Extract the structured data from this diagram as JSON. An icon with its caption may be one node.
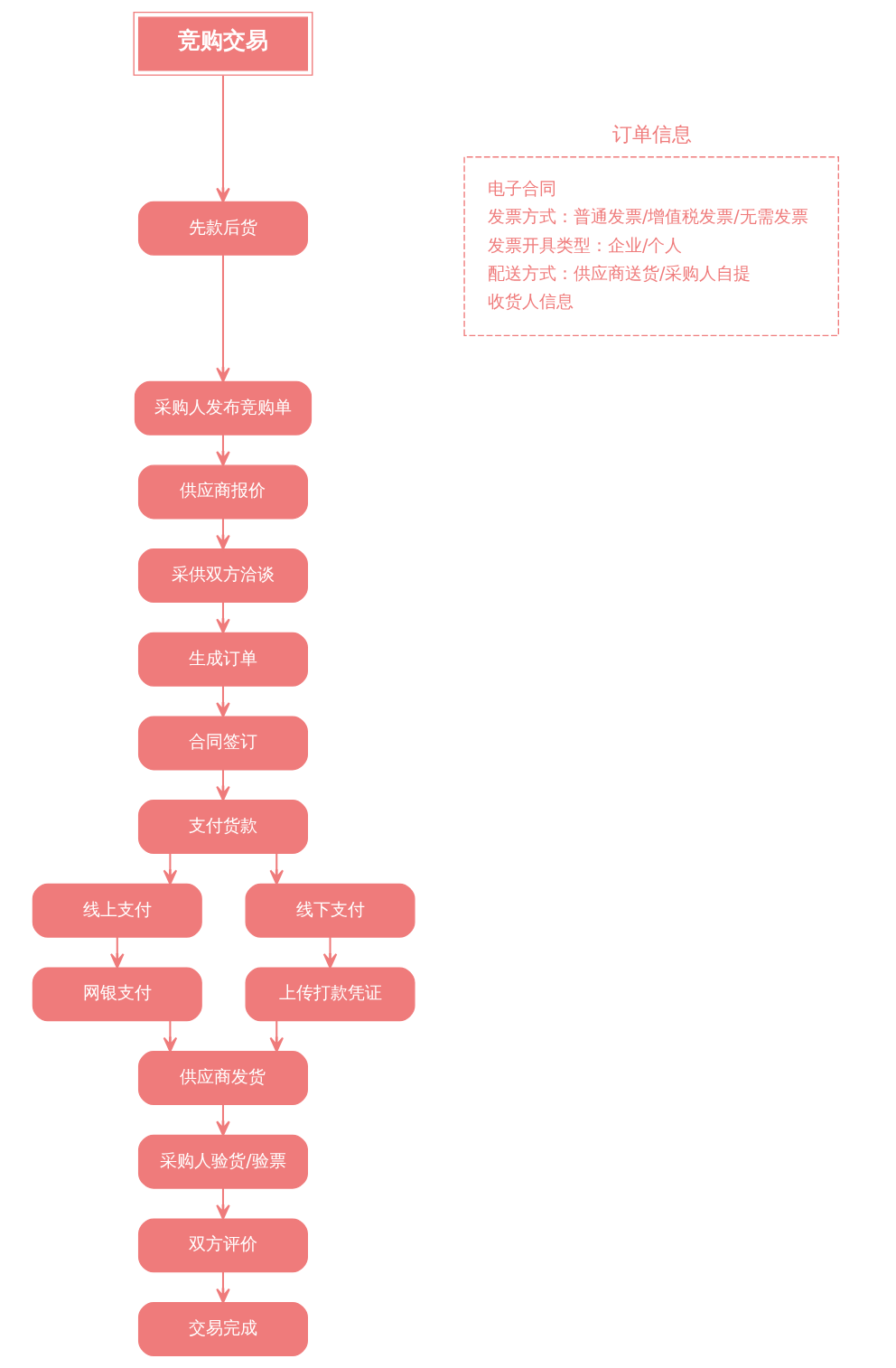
{
  "diagram": {
    "nodes": [
      {
        "text": [
          "竞购交易"
        ]
      },
      {
        "text": [
          "先款后货"
        ]
      },
      {
        "text": [
          "采购人发布竞购单"
        ]
      },
      {
        "text": [
          "供应商报价"
        ]
      },
      {
        "text": [
          "采供双方洽谈"
        ]
      },
      {
        "text": [
          "生成订单"
        ]
      },
      {
        "text": [
          "合同签订"
        ]
      },
      {
        "text": [
          "支付货款"
        ]
      },
      {
        "text": [
          "线上支付"
        ]
      },
      {
        "text": [
          "线下支付"
        ]
      },
      {
        "text": [
          "网银支付"
        ]
      },
      {
        "text": [
          "上传打款凭证"
        ]
      },
      {
        "text": [
          "供应商发货"
        ]
      },
      {
        "text": [
          "采购人验货/验票"
        ]
      },
      {
        "text": [
          "双方评价"
        ]
      },
      {
        "text": [
          "交易完成"
        ]
      },
      {
        "text": [
          "订单信息",
          "电子合同",
          "发票方式：普通发票/增值税发票/无需发票",
          "发票开具类型：企业/个人",
          "配送方式：供应商送货/采购人自提",
          "收货人信息"
        ]
      }
    ],
    "edges": [
      {
        "from": 0,
        "to": 1,
        "arrow": "to"
      },
      {
        "from": 1,
        "to": 2,
        "arrow": "to"
      },
      {
        "from": 2,
        "to": 3,
        "arrow": "to"
      },
      {
        "from": 3,
        "to": 4,
        "arrow": "to"
      },
      {
        "from": 4,
        "to": 5,
        "arrow": "to"
      },
      {
        "from": 5,
        "to": 6,
        "arrow": "to"
      },
      {
        "from": 6,
        "to": 7,
        "arrow": "to"
      },
      {
        "from": 7,
        "to": 8,
        "arrow": "to"
      },
      {
        "from": 7,
        "to": 9,
        "arrow": "to"
      },
      {
        "from": 8,
        "to": 10,
        "arrow": "to"
      },
      {
        "from": 9,
        "to": 11,
        "arrow": "to"
      },
      {
        "from": 10,
        "to": 12,
        "arrow": "to"
      },
      {
        "from": 11,
        "to": 12,
        "arrow": "to"
      },
      {
        "from": 12,
        "to": 13,
        "arrow": "to"
      },
      {
        "from": 13,
        "to": 14,
        "arrow": "to"
      },
      {
        "from": 14,
        "to": 15,
        "arrow": "to"
      }
    ]
  }
}
